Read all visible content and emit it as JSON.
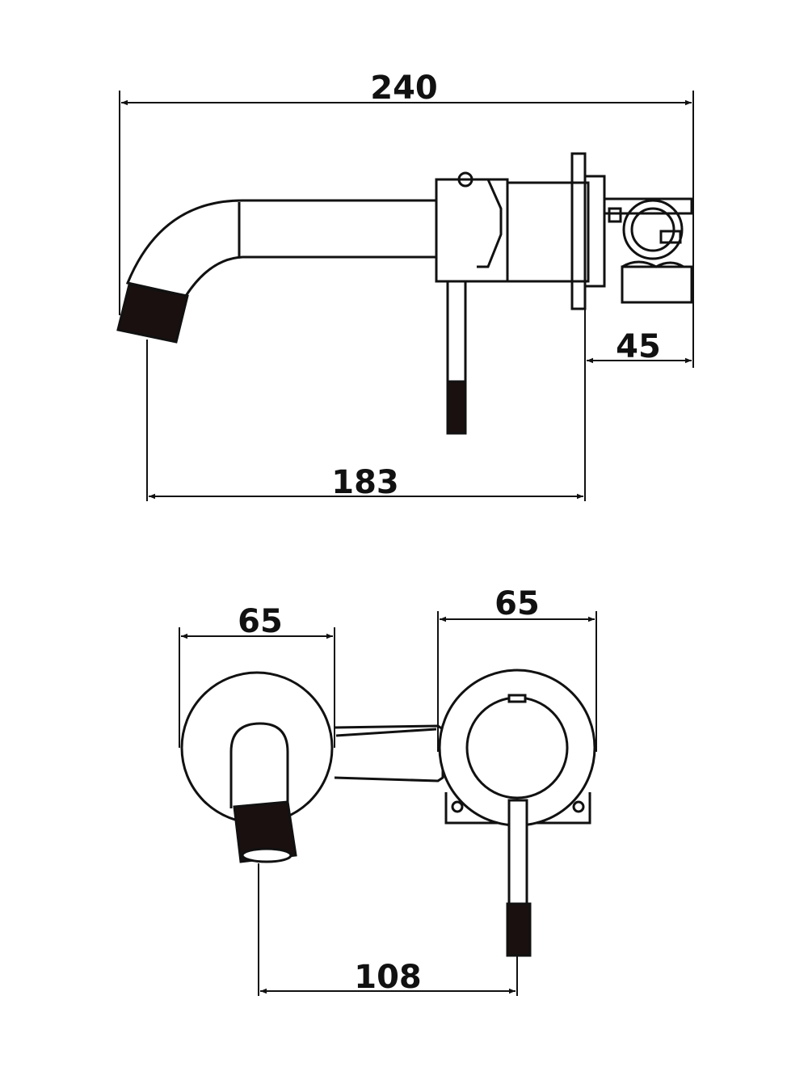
{
  "dimensions": {
    "side_overall_length": "240",
    "side_projection": "183",
    "side_wall_depth": "45",
    "front_spout_plate": "65",
    "front_mixer_plate": "65",
    "front_centres": "108"
  },
  "colors": {
    "line": "#111111",
    "fill_dark": "#1a1010",
    "background": "#ffffff"
  }
}
